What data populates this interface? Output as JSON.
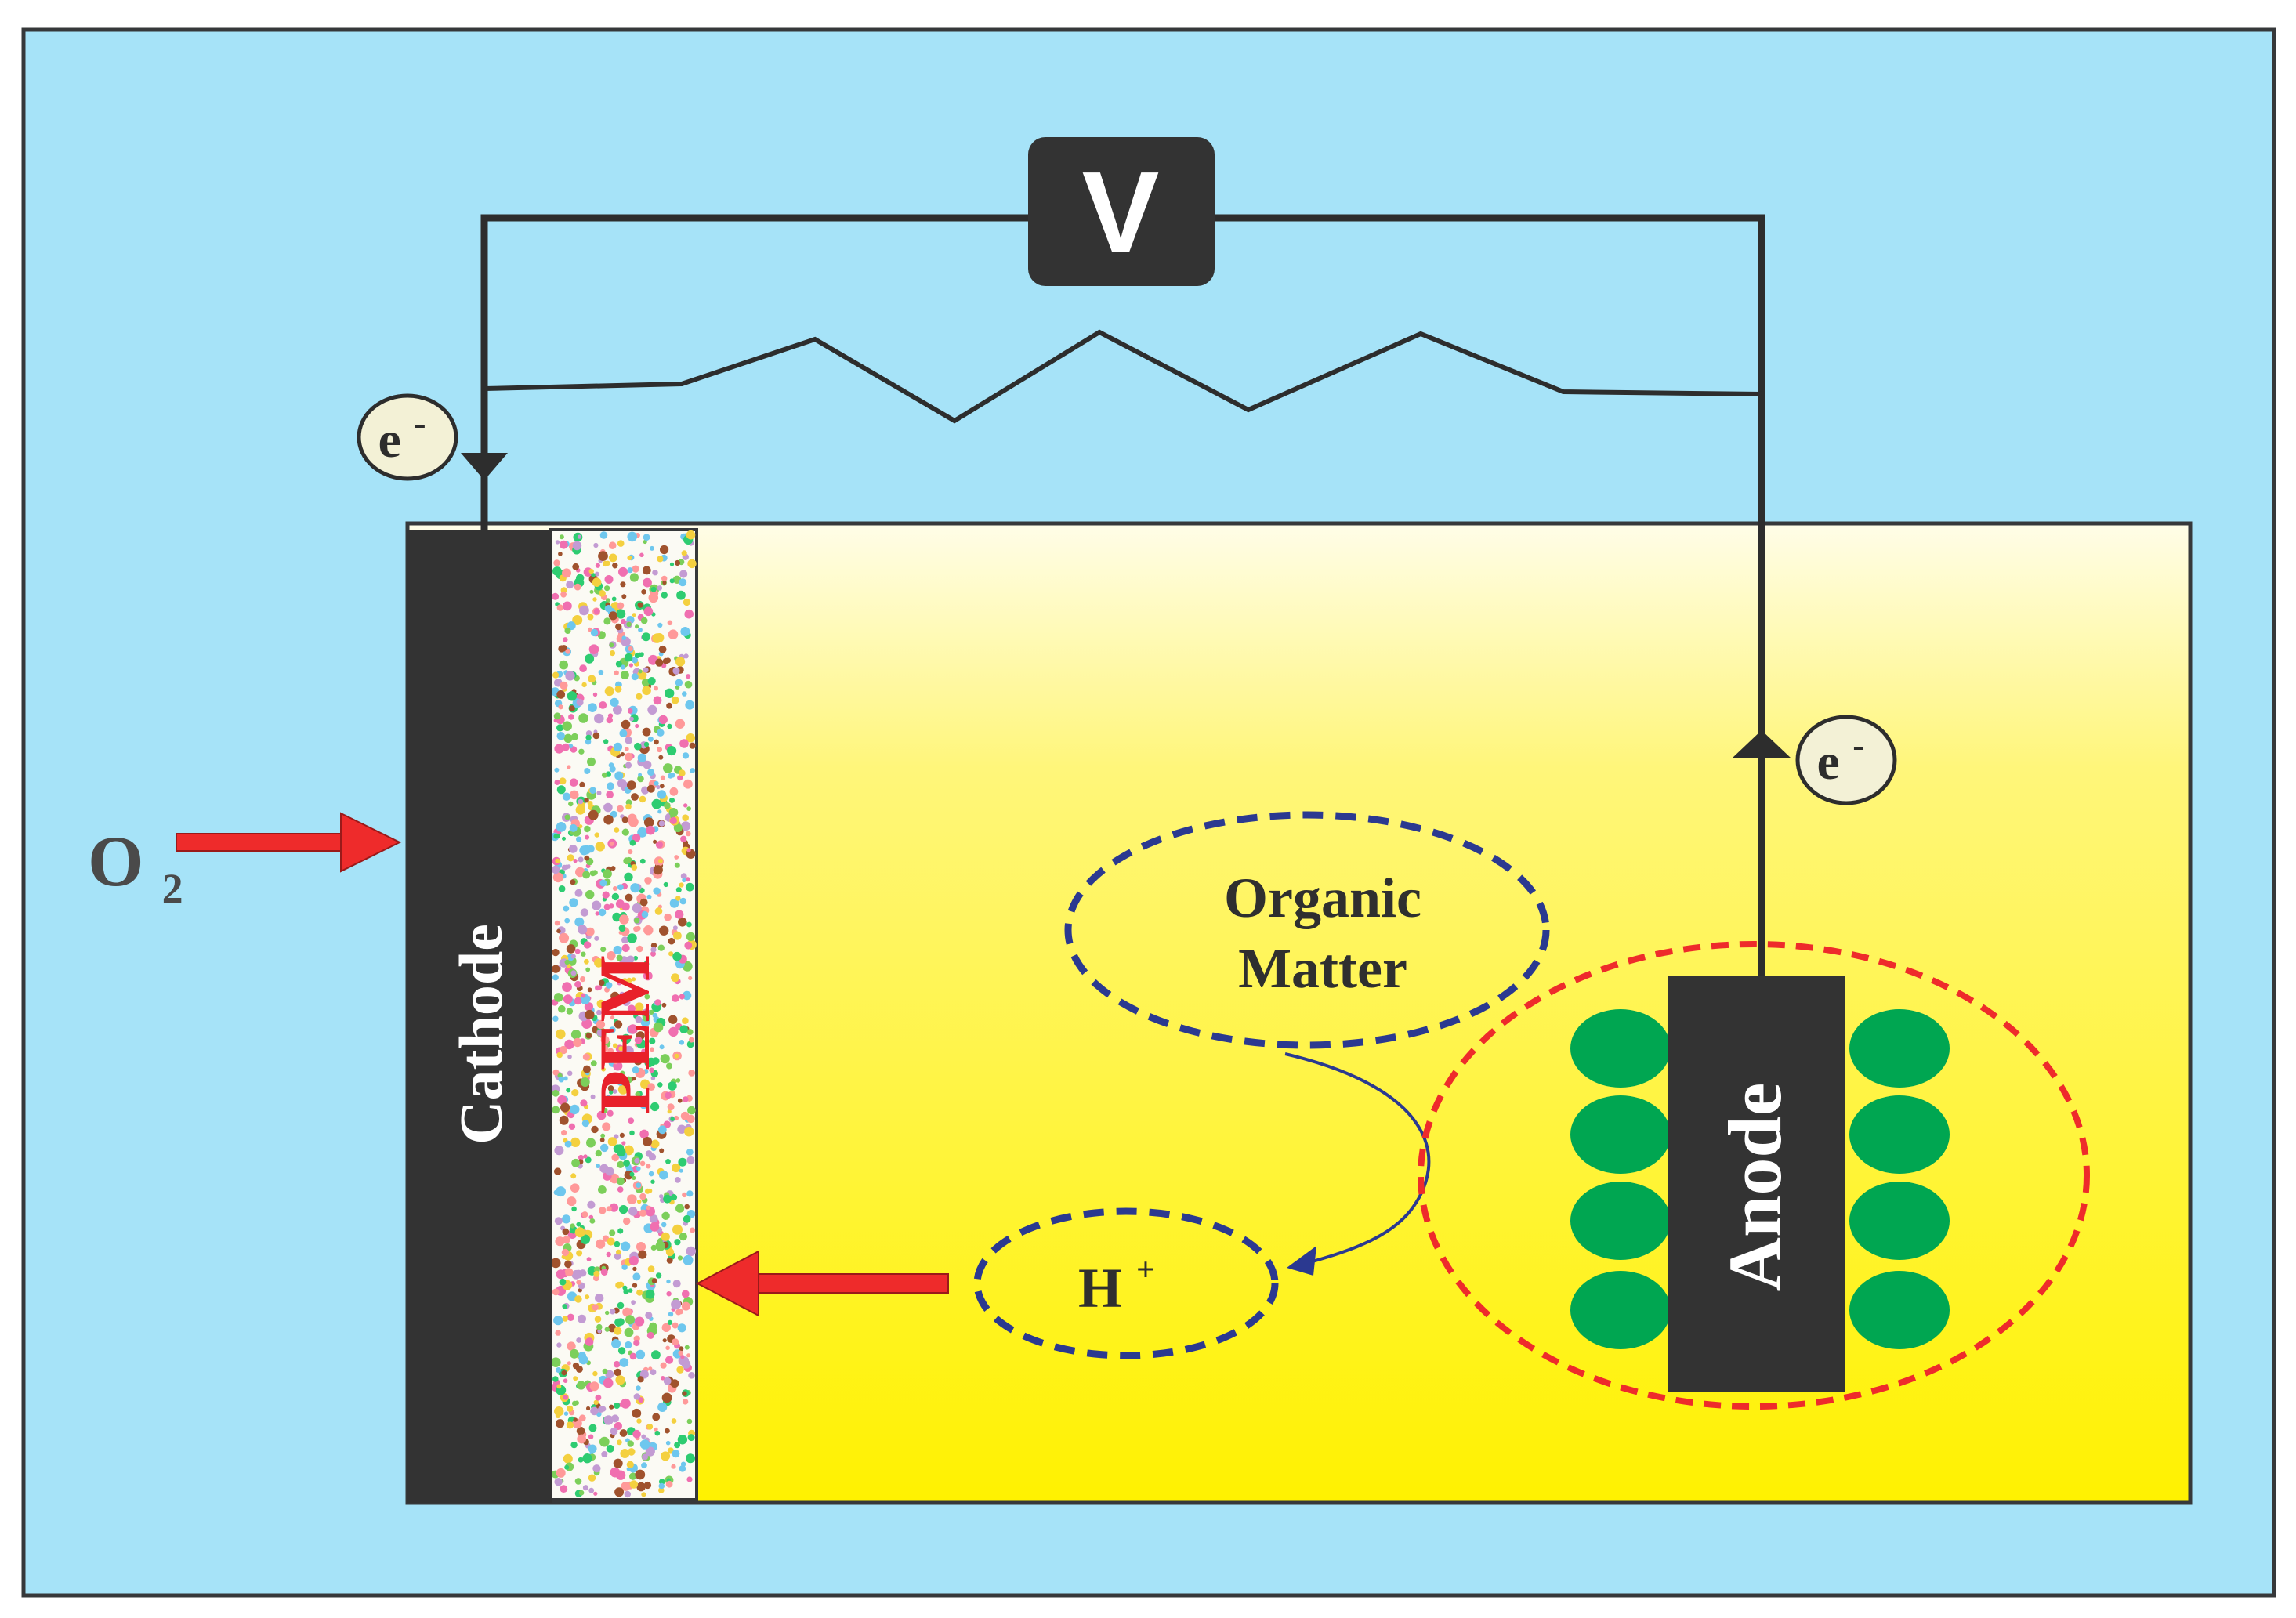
{
  "labels": {
    "voltmeter": "V",
    "electron_left": "e",
    "electron_left_sup": "-",
    "electron_right": "e",
    "electron_right_sup": "-",
    "oxygen": "O",
    "oxygen_sub": "2",
    "cathode": "Cathode",
    "pem": "PEM",
    "anode": "Anode",
    "organic_line1": "Organic",
    "organic_line2": "Matter",
    "proton": "H",
    "proton_sup": "+"
  },
  "colors": {
    "background": "#a6e3f8",
    "frame": "#36383a",
    "electrode": "#333333",
    "chamber_top": "#fffde8",
    "chamber_bottom": "#fff200",
    "wire": "#2d2d2d",
    "arrow_red": "#ee2b2b",
    "dash_blue": "#2b3990",
    "dash_red": "#ee2b2b",
    "bacteria": "#00a651",
    "electron_badge": "#f3f1d6",
    "pem_text": "#e8212a",
    "cathode_text": "#ffffff",
    "anode_text": "#ffffff"
  },
  "icons": [
    "voltmeter-icon",
    "resistor-icon",
    "bacteria-cell-icon",
    "arrow-right-icon",
    "arrow-left-icon"
  ]
}
